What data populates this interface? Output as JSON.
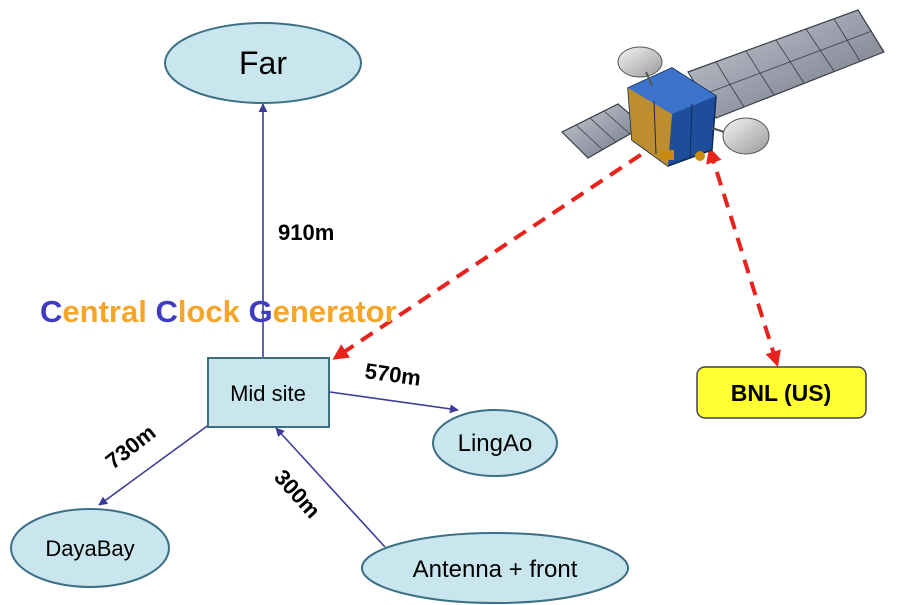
{
  "nodes": {
    "far": "Far",
    "mid_site": "Mid site",
    "lingao": "LingAo",
    "dayabay": "DayaBay",
    "antenna": "Antenna + front",
    "bnl": "BNL (US)"
  },
  "distances": {
    "far": "910m",
    "lingao": "570m",
    "dayabay": "730m",
    "antenna": "300m"
  },
  "title": {
    "central_initial": "C",
    "central_rest": "entral",
    "clock_initial": "C",
    "clock_rest": "lock",
    "generator_initial": "G",
    "generator_rest": "enerator"
  },
  "colors": {
    "ellipse_fill": "#c9e6ee",
    "node_stroke": "#3b6f86",
    "arrow_blue": "#3b3b9a",
    "link_red": "#e8221c",
    "title_initial": "#3d3dc4",
    "title_rest": "#f5a52a",
    "bnl_fill": "#ffff33"
  }
}
